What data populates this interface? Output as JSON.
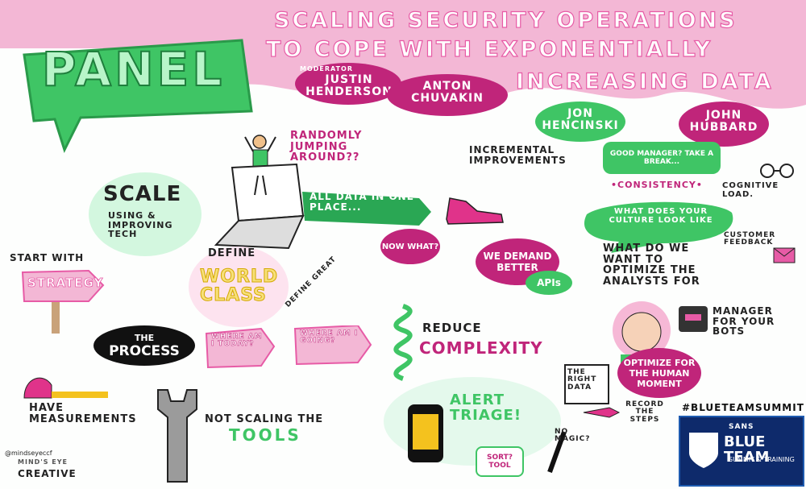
{
  "title": {
    "badge": "PANEL",
    "headline_1": "SCALING SECURITY OPERATIONS",
    "headline_2": "TO COPE WITH EXPONENTIALLY",
    "headline_3": "INCREASING DATA"
  },
  "panelists": {
    "moderator_tag": "MODERATOR",
    "p1": "JUSTIN HENDERSON",
    "p2": "ANTON CHUVAKIN",
    "p3": "JON HENCINSKI",
    "p4": "JOHN HUBBARD"
  },
  "notes": {
    "randomly": "RANDOMLY JUMPING AROUND??",
    "all_data": "ALL DATA IN ONE PLACE...",
    "now_what": "NOW WHAT?",
    "incremental": "INCREMENTAL IMPROVEMENTS",
    "good_manager": "GOOD MANAGER? TAKE A BREAK...",
    "cognitive": "COGNITIVE LOAD.",
    "consistency": "•CONSISTENCY•",
    "culture": "WHAT DOES YOUR CULTURE LOOK LIKE",
    "customer": "CUSTOMER FEEDBACK",
    "optimize_q": "WHAT DO WE WANT TO OPTIMIZE THE ANALYSTS FOR",
    "demand": "WE DEMAND BETTER",
    "apis": "APIs",
    "scale": "SCALE",
    "scale_sub": "USING & IMPROVING TECH",
    "start_with": "START WITH",
    "strategy": "STRATEGY",
    "the": "THE",
    "process": "PROCESS",
    "define": "DEFINE",
    "world_class": "WORLD CLASS",
    "define_great": "DEFINE GREAT",
    "where_today": "WHERE AM I TODAY?",
    "where_going": "WHERE AM I GOING?",
    "reduce": "REDUCE",
    "complexity": "COMPLEXITY",
    "right_data": "THE RIGHT DATA",
    "alert_triage": "ALERT TRIAGE!",
    "sort_tool": "SORT? TOOL",
    "no_magic": "NO MAGIC?",
    "record_steps": "RECORD THE STEPS",
    "manager_bots": "MANAGER FOR YOUR BOTS",
    "optimize_human": "OPTIMIZE FOR THE HUMAN MOMENT",
    "have_measurements": "HAVE MEASUREMENTS",
    "not_scaling": "NOT SCALING THE",
    "tools": "TOOLS"
  },
  "footer": {
    "handle": "@mindseyeccf",
    "studio_1": "MIND'S EYE",
    "studio_2": "CREATIVE",
    "hashtag": "#BLUETEAMSUMMIT",
    "sans": "SANS",
    "blue_team": "BLUE TEAM",
    "summit": "SUMMIT & TRAINING"
  },
  "colors": {
    "green": "#3fc565",
    "light_green": "#9ef2b7",
    "pink": "#e75ba6",
    "magenta": "#c0257a",
    "light_pink": "#f3b7d5",
    "navy": "#0e2a6b"
  }
}
